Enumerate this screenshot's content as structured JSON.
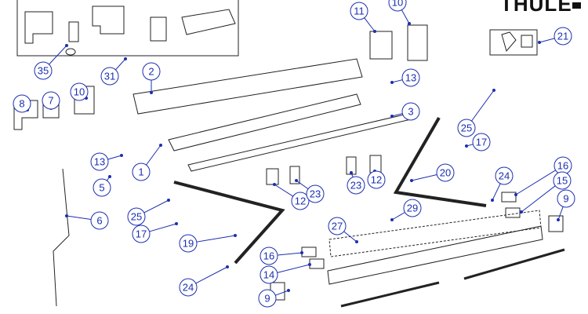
{
  "brand": {
    "logo_text": "THULE"
  },
  "colors": {
    "callout": "#1b2fb0",
    "part_line": "#222222"
  },
  "callouts": [
    "35",
    "31",
    "2",
    "11",
    "10",
    "21",
    "13",
    "3",
    "25",
    "17",
    "8",
    "7",
    "10",
    "13",
    "1",
    "5",
    "12",
    "23",
    "23",
    "12",
    "20",
    "24",
    "16",
    "15",
    "9",
    "25",
    "17",
    "6",
    "19",
    "29",
    "27",
    "16",
    "14",
    "24",
    "9"
  ]
}
